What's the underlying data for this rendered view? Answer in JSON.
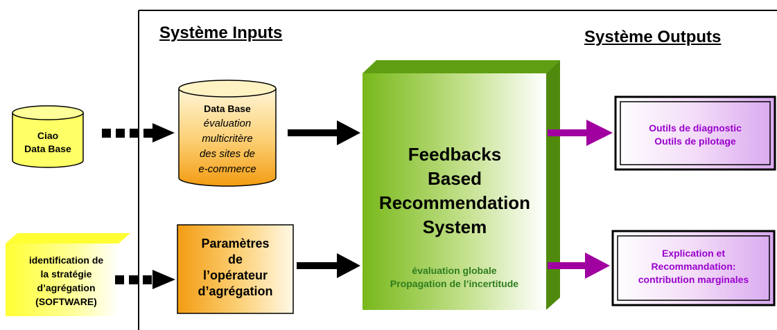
{
  "headings": {
    "inputs": "Système Inputs",
    "outputs": "Système Outputs"
  },
  "ciao_db": {
    "line1": "Ciao",
    "line2": "Data Base"
  },
  "main_db": {
    "title": "Data Base",
    "line1": "évaluation",
    "line2": "multicritère",
    "line3": "des sites de",
    "line4": "e-commerce"
  },
  "identification": {
    "line1": "identification de",
    "line2": "la stratégie",
    "line3": "d’agrégation",
    "line4": "(SOFTWARE)"
  },
  "parametres": {
    "line1": "Paramètres",
    "line2": "de",
    "line3": "l’opérateur",
    "line4": "d’agrégation"
  },
  "system": {
    "line1": "Feedbacks",
    "line2": "Based",
    "line3": "Recommendation",
    "line4": "System",
    "sub1": "évaluation globale",
    "sub2": "Propagation de l’incertitude"
  },
  "output1": {
    "line1": "Outils de diagnostic",
    "line2": "Outils de pilotage"
  },
  "output2": {
    "line1": "Explication et",
    "line2": "Recommandation:",
    "line3": "contribution marginales"
  },
  "colors": {
    "arrow_black": "#000000",
    "arrow_purple": "#a000a0",
    "output_text": "#9900cc",
    "system_sub_text": "#2e7d1e",
    "green_box": "#7fbf1f",
    "cylinder_yellow": "#ffff66",
    "orange_gradient": "#f5a623"
  }
}
